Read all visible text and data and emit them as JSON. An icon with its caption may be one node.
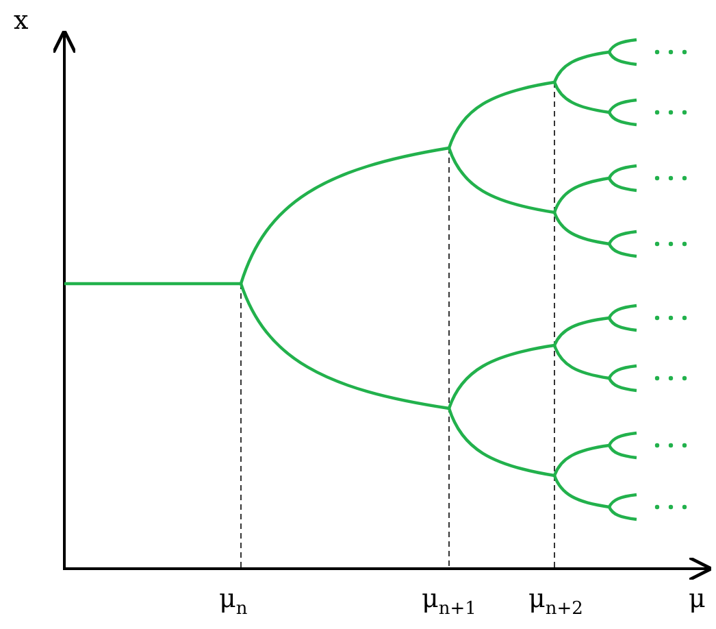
{
  "diagram": {
    "labels": [
      "x",
      "μ$_{n}$",
      "μ$_{n+1}$",
      "μ$_{n+2}$",
      "μ"
    ]
  }
}
